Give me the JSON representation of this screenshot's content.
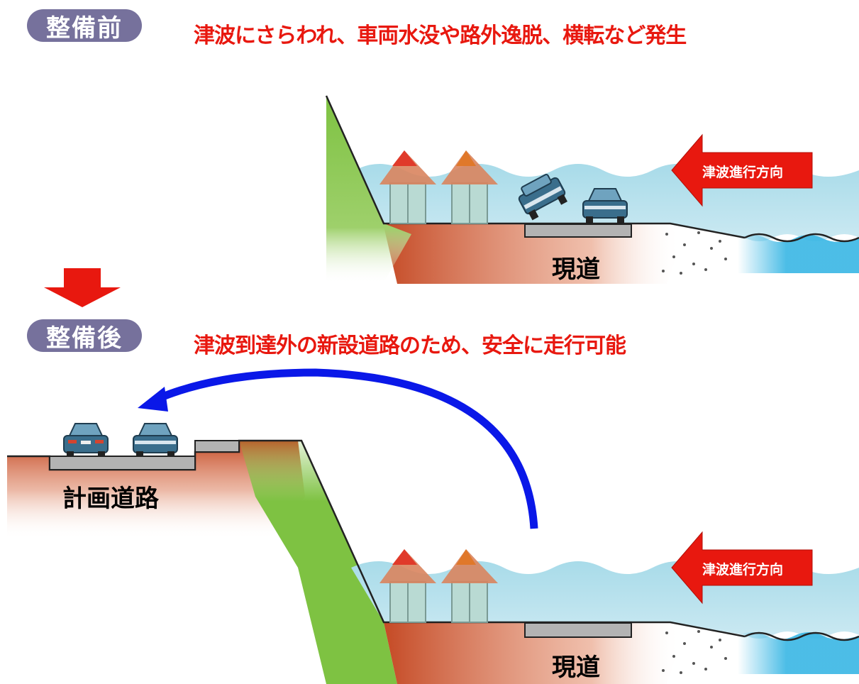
{
  "before": {
    "badge": "整備前",
    "headline": "津波にさらわれ、車両水没や路外逸脱、横転など発生",
    "arrow_label": "津波進行方向",
    "road_label": "現道"
  },
  "after": {
    "badge": "整備後",
    "headline": "津波到達外の新設道路のため、安全に走行可能",
    "arrow_label": "津波進行方向",
    "road_label": "現道",
    "planned_road_label": "計画道路"
  },
  "colors": {
    "badge": "#76719c",
    "headline": "#e8180f",
    "water": "#a8dbe9",
    "deep_water": "#38b6e4",
    "slope": "#7ec242",
    "soil": "#c9502a",
    "road": "#b3b3b3",
    "tsunami_arrow": "#e8180f",
    "relocation_arrow": "#0a18e8"
  },
  "icons": [
    "house-icon",
    "car-icon",
    "down-arrow-icon",
    "tsunami-arrow-icon",
    "relocation-arrow-icon"
  ]
}
